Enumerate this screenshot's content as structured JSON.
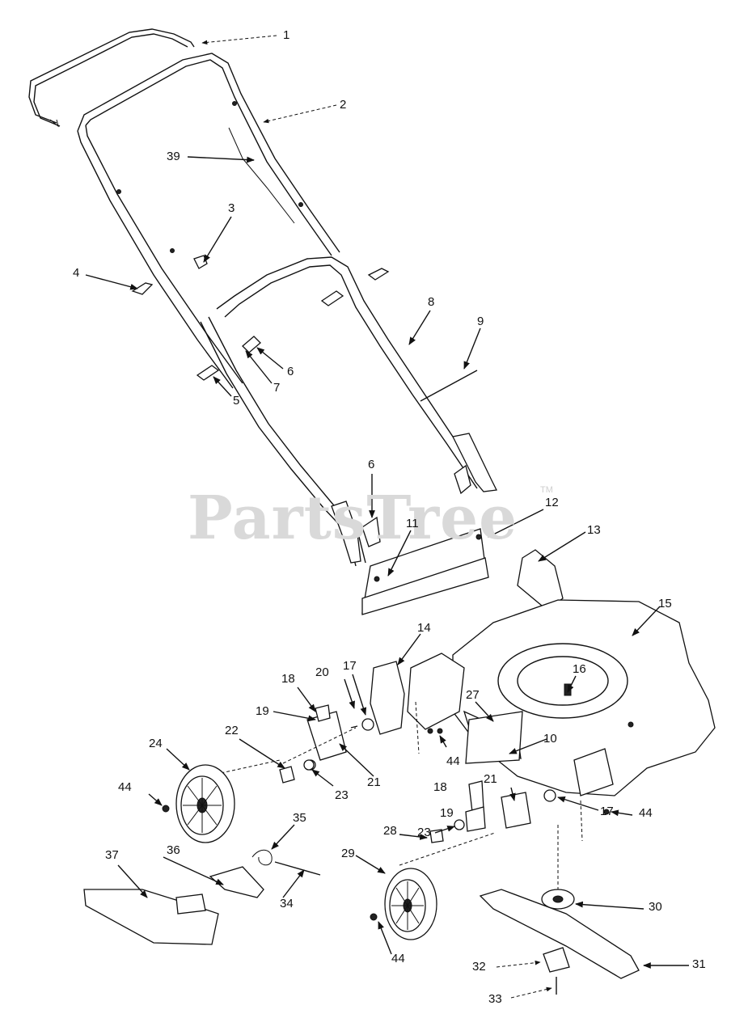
{
  "watermark": {
    "text": "PartsTree",
    "mark": "TM"
  },
  "callouts": [
    {
      "id": "c1",
      "text": "1"
    },
    {
      "id": "c2",
      "text": "2"
    },
    {
      "id": "c39",
      "text": "39"
    },
    {
      "id": "c3",
      "text": "3"
    },
    {
      "id": "c4",
      "text": "4"
    },
    {
      "id": "c8",
      "text": "8"
    },
    {
      "id": "c9",
      "text": "9"
    },
    {
      "id": "c6a",
      "text": "6"
    },
    {
      "id": "c7",
      "text": "7"
    },
    {
      "id": "c5",
      "text": "5"
    },
    {
      "id": "c6b",
      "text": "6"
    },
    {
      "id": "c12",
      "text": "12"
    },
    {
      "id": "c11",
      "text": "11"
    },
    {
      "id": "c13",
      "text": "13"
    },
    {
      "id": "c15",
      "text": "15"
    },
    {
      "id": "c14",
      "text": "14"
    },
    {
      "id": "c16",
      "text": "16"
    },
    {
      "id": "c18a",
      "text": "18"
    },
    {
      "id": "c20",
      "text": "20"
    },
    {
      "id": "c17a",
      "text": "17"
    },
    {
      "id": "c19a",
      "text": "19"
    },
    {
      "id": "c27",
      "text": "27"
    },
    {
      "id": "c10",
      "text": "10"
    },
    {
      "id": "c22",
      "text": "22"
    },
    {
      "id": "c24",
      "text": "24"
    },
    {
      "id": "c44a",
      "text": "44"
    },
    {
      "id": "c21a",
      "text": "21"
    },
    {
      "id": "c23a",
      "text": "23"
    },
    {
      "id": "c18b",
      "text": "18"
    },
    {
      "id": "c21b",
      "text": "21"
    },
    {
      "id": "c17b",
      "text": "17"
    },
    {
      "id": "c44b",
      "text": "44"
    },
    {
      "id": "c35",
      "text": "35"
    },
    {
      "id": "c19b",
      "text": "19"
    },
    {
      "id": "c44c",
      "text": "44"
    },
    {
      "id": "c37",
      "text": "37"
    },
    {
      "id": "c36",
      "text": "36"
    },
    {
      "id": "c28",
      "text": "28"
    },
    {
      "id": "c23b",
      "text": "23"
    },
    {
      "id": "c34",
      "text": "34"
    },
    {
      "id": "c29",
      "text": "29"
    },
    {
      "id": "c30",
      "text": "30"
    },
    {
      "id": "c44d",
      "text": "44"
    },
    {
      "id": "c32",
      "text": "32"
    },
    {
      "id": "c31",
      "text": "31"
    },
    {
      "id": "c33",
      "text": "33"
    }
  ]
}
